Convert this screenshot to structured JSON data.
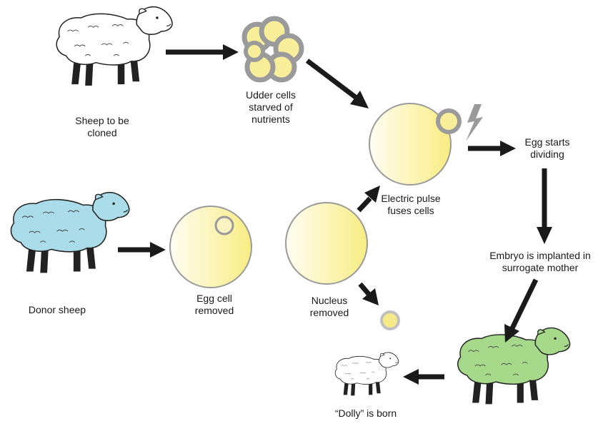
{
  "labels": {
    "sheep_to_be_cloned": "Sheep to be\ncloned",
    "udder_cells": "Udder cells\nstarved of\nnutrients",
    "electric_pulse": "Electric pulse\nfuses cells",
    "egg_starts_dividing": "Egg starts\ndividing",
    "donor_sheep": "Donor sheep",
    "egg_cell_removed": "Egg cell\nremoved",
    "nucleus_removed": "Nucleus\nremoved",
    "embryo_implanted": "Embryo is implanted in\nsurrogate mother",
    "dolly_born": "“Dolly” is born"
  },
  "colors": {
    "white_sheep": "#ffffff",
    "donor_sheep": "#a9dce8",
    "surrogate_sheep": "#a6d88a",
    "cell_yellow": "#f8ee8c",
    "cell_outline": "#9a9a9a",
    "arrow": "#1a1a1a"
  },
  "icons": {
    "sheep": "sheep-icon",
    "cell": "egg-cell-icon",
    "lightning": "lightning-icon"
  }
}
